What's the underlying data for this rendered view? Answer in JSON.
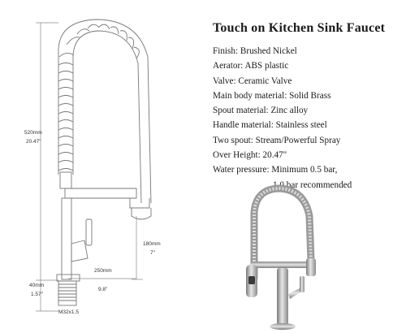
{
  "product": {
    "title": "Touch on Kitchen Sink Faucet",
    "specs": [
      "Finish: Brushed Nickel",
      "Aerator: ABS plastic",
      "Valve: Ceramic Valve",
      "Main body material: Solid Brass",
      "Spout material: Zinc alloy",
      "Handle material: Stainless steel",
      "Two spout: Stream/Powerful Spray",
      "Over Height: 20.47\"",
      "Water pressure: Minimum 0.5 bar,"
    ],
    "spec_continuation": "1.0 bar recommended"
  },
  "dimensions": {
    "height_mm": "520mm",
    "height_in": "20.47\"",
    "spout_height_mm": "180mm",
    "spout_height_in": "7\"",
    "reach_mm": "250mm",
    "reach_in": "9.8\"",
    "shank_mm": "40mm",
    "shank_in": "1.57\"",
    "thread": "M32x1.5"
  },
  "colors": {
    "line": "#8a8a8a",
    "text": "#1a1a1a",
    "nickel_light": "#e6e6e6",
    "nickel_dark": "#7a7a7a"
  }
}
